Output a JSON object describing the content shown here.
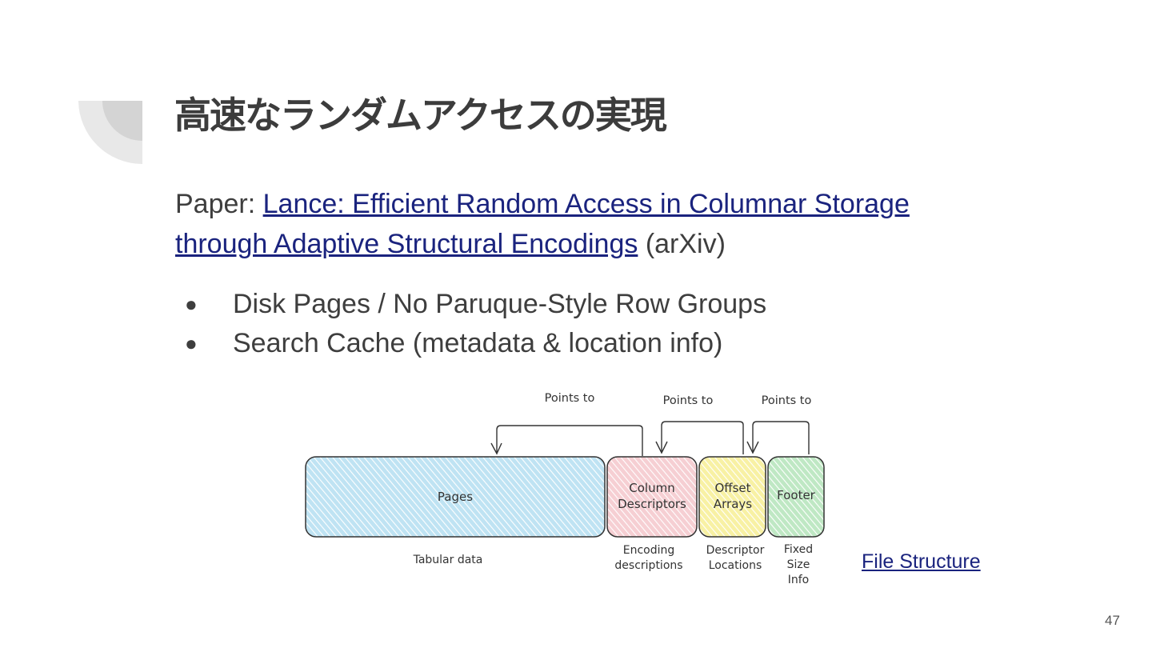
{
  "slide": {
    "title": "高速なランダムアクセスの実現",
    "paper_prefix": "Paper: ",
    "paper_link": "Lance: Efficient Random Access in Columnar Storage through Adaptive Structural Encodings",
    "paper_suffix": " (arXiv)",
    "bullets": [
      "Disk Pages / No Paruque-Style Row Groups",
      "Search Cache (metadata & location info)"
    ],
    "file_link": "File Structure",
    "page_number": "47"
  },
  "diagram": {
    "arrow_labels": [
      "Points to",
      "Points to",
      "Points to"
    ],
    "boxes": [
      {
        "label_lines": [
          "Pages"
        ],
        "color": "#bfe3f3"
      },
      {
        "label_lines": [
          "Column",
          "Descriptors"
        ],
        "color": "#f6cfd3"
      },
      {
        "label_lines": [
          "Offset",
          "Arrays"
        ],
        "color": "#f8f1a4"
      },
      {
        "label_lines": [
          "Footer"
        ],
        "color": "#bfe8c4"
      }
    ],
    "captions": [
      [
        "Tabular data"
      ],
      [
        "Encoding",
        "descriptions"
      ],
      [
        "Descriptor",
        "Locations"
      ],
      [
        "Fixed",
        "Size",
        "Info"
      ]
    ]
  }
}
